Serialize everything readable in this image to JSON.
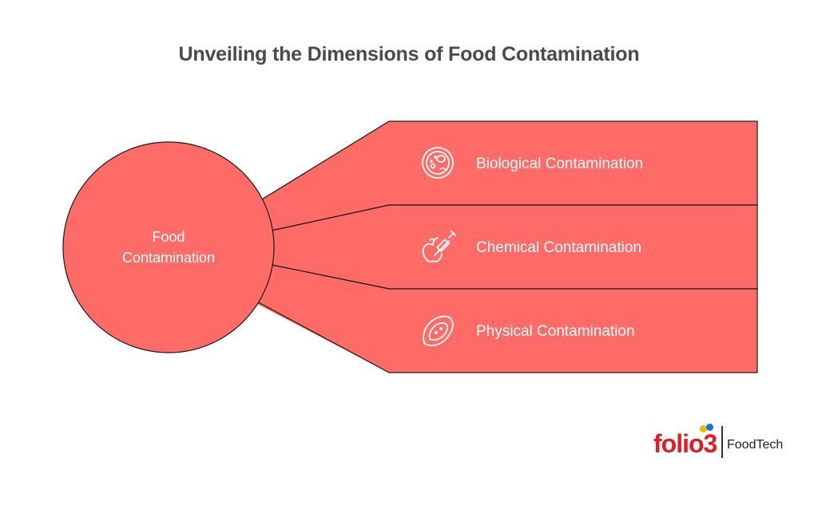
{
  "title": "Unveiling the Dimensions of Food Contamination",
  "center": {
    "line1": "Food",
    "line2": "Contamination"
  },
  "branches": [
    {
      "label": "Biological Contamination",
      "icon": "petri-dish-icon"
    },
    {
      "label": "Chemical Contamination",
      "icon": "apple-syringe-icon"
    },
    {
      "label": "Physical Contamination",
      "icon": "seed-particle-icon"
    }
  ],
  "logo": {
    "brand": "folio3",
    "product": "FoodTech"
  },
  "colors": {
    "fill": "#ff6b66",
    "stroke": "#1a1a1a",
    "text": "#ffffff",
    "title": "#4a4a4a"
  }
}
